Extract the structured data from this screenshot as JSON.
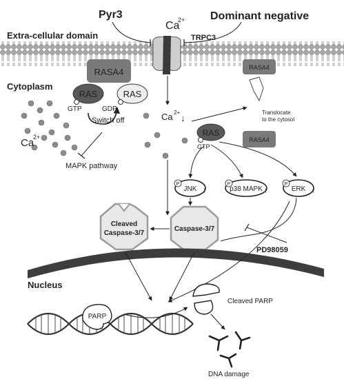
{
  "labels": {
    "pyr3": "Pyr3",
    "ca_top": "Ca",
    "ca_top_sup": "2+",
    "dominant_negative": "Dominant negative",
    "trpc3": "TRPC3",
    "extracellular": "Extra-cellular domain",
    "cytoplasm": "Cytoplasm",
    "rasa4_membrane": "RASA4",
    "rasa4_right": "RASA4",
    "rasa4_cytosol": "RASA4",
    "ras_gtp": "RAS",
    "ras_gdp": "RAS",
    "ras_right": "RAS",
    "gtp_left": "GTP",
    "gdp": "GDP",
    "gtp_right": "GTP",
    "switch_off": "Switch off",
    "ca_left": "Ca",
    "ca_left_sup": "2+",
    "ca_mid": "Ca",
    "ca_mid_sup": "2+",
    "ca_mid_arrow": "↓",
    "translocate_line1": "Translocate",
    "translocate_line2": "to the cytosol",
    "mapk_pathway": "MAPK pathway",
    "jnk": "JNK",
    "p38": "p38 MAPK",
    "erk": "ERK",
    "phospho": "P",
    "up_arrow": "↑",
    "cleaved_caspase_line1": "Cleaved",
    "cleaved_caspase_line2": "Caspase-3/7",
    "caspase": "Caspase-3/7",
    "pd98059": "PD98059",
    "nucleus": "Nucleus",
    "parp": "PARP",
    "cleaved_parp": "Cleaved PARP",
    "dna_damage": "DNA damage"
  },
  "colors": {
    "lipid_head": "#a8a8a8",
    "channel_dark": "#3a3a3a",
    "channel_light": "#cfcfcf",
    "rasa4": "#7a7a7a",
    "ras_dark": "#5a5a5a",
    "nuclear_envelope": "#3d3d3d",
    "caspase_fill": "#e8e8e8",
    "caspase_stroke": "#9a9a9a"
  }
}
